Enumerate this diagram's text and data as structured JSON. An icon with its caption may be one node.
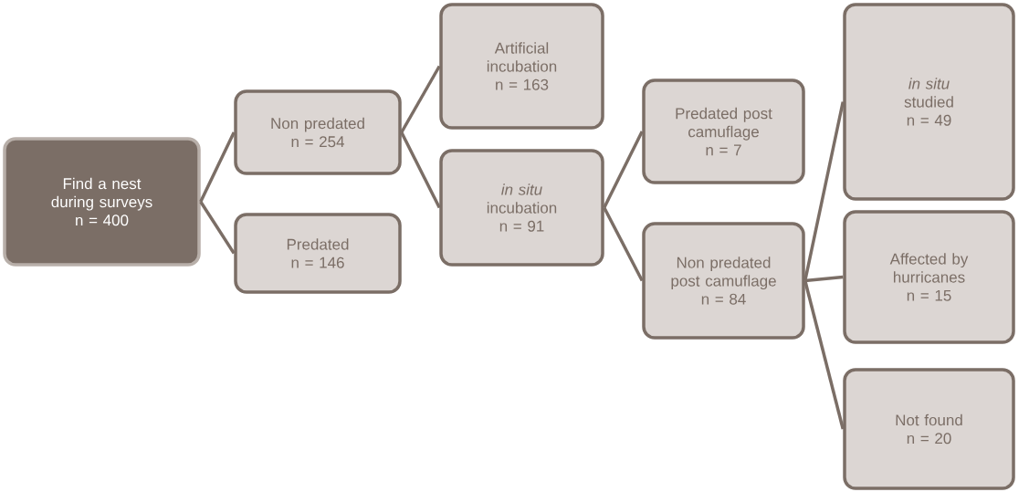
{
  "diagram": {
    "nodes": [
      {
        "text": [
          "Find a nest during surveys",
          "n = 400"
        ]
      },
      {
        "text": [
          "Non predated",
          "n = 254"
        ]
      },
      {
        "text": [
          "Predated",
          "n = 146"
        ]
      },
      {
        "text": [
          "Artificial incubation",
          "n = 163"
        ]
      },
      {
        "text": [
          "*in situ* incubation",
          "n = 91"
        ]
      },
      {
        "text": [
          "Predated post camuflage",
          "n = 7"
        ]
      },
      {
        "text": [
          "Non predated post camuflage",
          "n = 84"
        ]
      },
      {
        "text": [
          "*in situ* studied",
          "n = 49"
        ]
      },
      {
        "text": [
          "Affected by hurricanes",
          "n = 15"
        ]
      },
      {
        "text": [
          "Not found",
          "n = 20"
        ]
      }
    ],
    "edges": [
      {
        "from": 0,
        "to": 1,
        "arrow": "none"
      },
      {
        "from": 0,
        "to": 2,
        "arrow": "none"
      },
      {
        "from": 1,
        "to": 3,
        "arrow": "none"
      },
      {
        "from": 1,
        "to": 4,
        "arrow": "none"
      },
      {
        "from": 4,
        "to": 5,
        "arrow": "none"
      },
      {
        "from": 4,
        "to": 6,
        "arrow": "none"
      },
      {
        "from": 6,
        "to": 7,
        "arrow": "none"
      },
      {
        "from": 6,
        "to": 8,
        "arrow": "none"
      },
      {
        "from": 6,
        "to": 9,
        "arrow": "none"
      }
    ]
  }
}
